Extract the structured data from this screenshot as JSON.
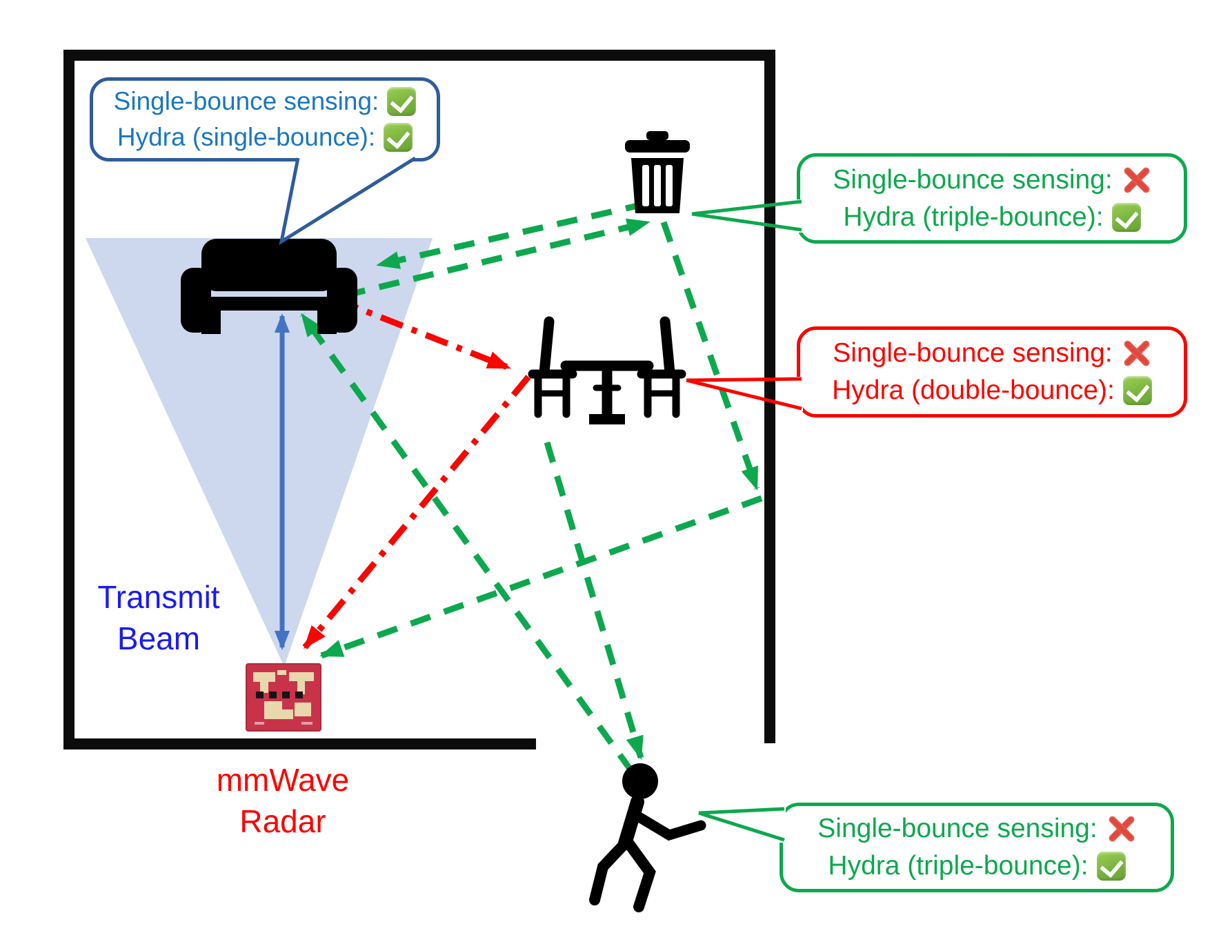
{
  "labels": {
    "transmit_beam": {
      "line1": "Transmit",
      "line2": "Beam"
    },
    "radar": {
      "line1": "mmWave",
      "line2": "Radar"
    }
  },
  "callouts": {
    "couch": {
      "lines": [
        {
          "label": "Single-bounce sensing:",
          "status": "pass",
          "icon": "emoji-check"
        },
        {
          "label": "Hydra (single-bounce):",
          "status": "pass",
          "icon": "emoji-check"
        }
      ]
    },
    "trash": {
      "lines": [
        {
          "label": "Single-bounce sensing:",
          "status": "fail",
          "icon": "emoji-cross"
        },
        {
          "label": "Hydra (triple-bounce):",
          "status": "pass",
          "icon": "emoji-check"
        }
      ]
    },
    "table": {
      "lines": [
        {
          "label": "Single-bounce sensing:",
          "status": "fail",
          "icon": "emoji-cross"
        },
        {
          "label": "Hydra (double-bounce):",
          "status": "pass",
          "icon": "emoji-check"
        }
      ]
    },
    "person": {
      "lines": [
        {
          "label": "Single-bounce sensing:",
          "status": "fail",
          "icon": "emoji-cross"
        },
        {
          "label": "Hydra (triple-bounce):",
          "status": "pass",
          "icon": "emoji-check"
        }
      ]
    }
  },
  "icons": {
    "couch": "couch-icon",
    "trash": "trash-can-icon",
    "table": "table-chairs-icon",
    "person": "walking-person-icon",
    "radar": "radar-pcb-image",
    "check": "check-mark-icon",
    "cross": "cross-mark-icon"
  },
  "colors": {
    "blue_bubble_border": "#2e5c9c",
    "blue_bubble_text": "#1b76c0",
    "green_callout": "#0da84e",
    "red_callout": "#f80600",
    "green_arrow": "#0da84e",
    "red_arrow": "#f80600",
    "blue_arrow": "#4472c4",
    "beam_fill": "#cdd8ee",
    "wall": "#0c0c0c",
    "transmit_label": "#1b1bf0",
    "radar_label": "#fb0300",
    "check_green": "#79b440",
    "cross_red": "#e2473c",
    "pcb_red": "#c9334a",
    "pcb_trace": "#e9d7ae"
  }
}
